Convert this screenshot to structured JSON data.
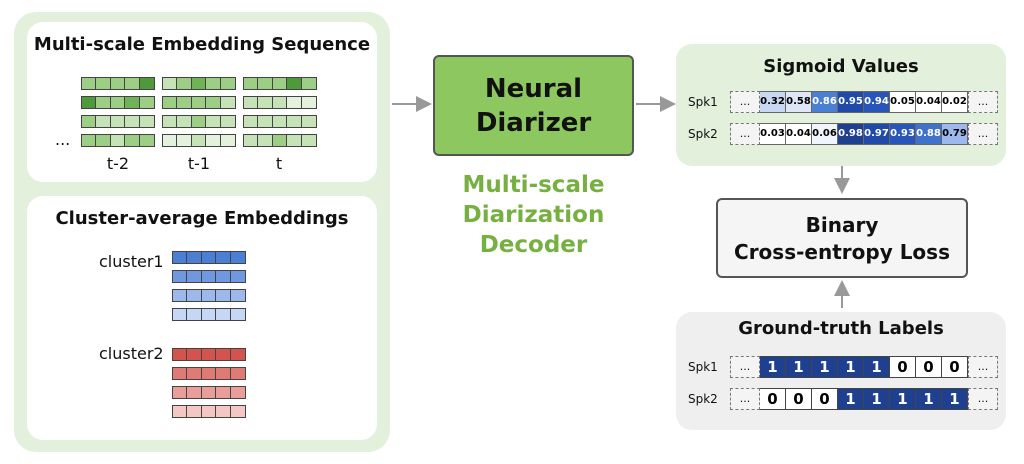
{
  "colors": {
    "panel_green": "#e3f0dc",
    "panel_grey": "#efefef",
    "diarizer_fill": "#8cc75f",
    "decoder_text": "#76b041",
    "blue_dark": "#1f3f8f",
    "arrow": "#999999"
  },
  "embedding_sequence": {
    "title": "Multi-scale Embedding Sequence",
    "ellipsis": "...",
    "step_labels": [
      "t-2",
      "t-1",
      "t"
    ],
    "rows": [
      [
        [
          "#9ccf85",
          "#9ccf85",
          "#9ccf85",
          "#9ccf85",
          "#4e9a3a"
        ],
        [
          "#c6e3b8",
          "#9ccf85",
          "#6fb356",
          "#9ccf85",
          "#9ccf85"
        ],
        [
          "#9ccf85",
          "#9ccf85",
          "#9ccf85",
          "#4e9a3a",
          "#9ccf85"
        ]
      ],
      [
        [
          "#4e9a3a",
          "#9ccf85",
          "#9ccf85",
          "#6fb356",
          "#9ccf85"
        ],
        [
          "#9ccf85",
          "#9ccf85",
          "#9ccf85",
          "#9ccf85",
          "#c6e3b8"
        ],
        [
          "#c6e3b8",
          "#c6e3b8",
          "#c6e3b8",
          "#e4f2dd",
          "#e4f2dd"
        ]
      ],
      [
        [
          "#9ccf85",
          "#c6e3b8",
          "#c6e3b8",
          "#c6e3b8",
          "#c6e3b8"
        ],
        [
          "#c6e3b8",
          "#c6e3b8",
          "#9ccf85",
          "#c6e3b8",
          "#c6e3b8"
        ],
        [
          "#c6e3b8",
          "#c6e3b8",
          "#c6e3b8",
          "#c6e3b8",
          "#c6e3b8"
        ]
      ],
      [
        [
          "#9ccf85",
          "#9ccf85",
          "#c6e3b8",
          "#9ccf85",
          "#9ccf85"
        ],
        [
          "#e4f2dd",
          "#e4f2dd",
          "#c6e3b8",
          "#e4f2dd",
          "#e4f2dd"
        ],
        [
          "#c6e3b8",
          "#c6e3b8",
          "#9ccf85",
          "#c6e3b8",
          "#c6e3b8"
        ]
      ]
    ]
  },
  "cluster_embeddings": {
    "title": "Cluster-average Embeddings",
    "clusters": [
      {
        "label": "cluster1",
        "rows": [
          "#4a7fd4",
          "#6f98e0",
          "#9cb8ec",
          "#c6d6f5"
        ]
      },
      {
        "label": "cluster2",
        "rows": [
          "#d2554d",
          "#e07a74",
          "#ea9e9a",
          "#f4c7c5"
        ]
      }
    ]
  },
  "diarizer": {
    "label_line1": "Neural",
    "label_line2": "Diarizer",
    "decoder_line1": "Multi-scale",
    "decoder_line2": "Diarization",
    "decoder_line3": "Decoder"
  },
  "sigmoid": {
    "title": "Sigmoid Values",
    "ellipsis": "...",
    "rows": [
      {
        "speaker": "Spk1",
        "values": [
          "0.32",
          "0.58",
          "0.86",
          "0.95",
          "0.94",
          "0.05",
          "0.04",
          "0.02"
        ],
        "fills": [
          "#c9d8f2",
          "#dfe7f7",
          "#4a7fd4",
          "#2049a8",
          "#2856b8",
          "#ffffff",
          "#ffffff",
          "#ffffff"
        ],
        "text_colors": [
          "#000",
          "#000",
          "#fff",
          "#fff",
          "#fff",
          "#000",
          "#000",
          "#000"
        ]
      },
      {
        "speaker": "Spk2",
        "values": [
          "0.03",
          "0.04",
          "0.06",
          "0.98",
          "0.97",
          "0.93",
          "0.88",
          "0.79"
        ],
        "fills": [
          "#ffffff",
          "#ffffff",
          "#f0f4fb",
          "#1f3f8f",
          "#2049a8",
          "#2856b8",
          "#3f72c8",
          "#9cb8ec"
        ],
        "text_colors": [
          "#000",
          "#000",
          "#000",
          "#fff",
          "#fff",
          "#fff",
          "#fff",
          "#000"
        ]
      }
    ]
  },
  "loss": {
    "line1": "Binary",
    "line2": "Cross-entropy Loss"
  },
  "ground_truth": {
    "title": "Ground-truth Labels",
    "ellipsis": "...",
    "rows": [
      {
        "speaker": "Spk1",
        "values": [
          "1",
          "1",
          "1",
          "1",
          "1",
          "0",
          "0",
          "0"
        ]
      },
      {
        "speaker": "Spk2",
        "values": [
          "0",
          "0",
          "0",
          "1",
          "1",
          "1",
          "1",
          "1"
        ]
      }
    ]
  }
}
